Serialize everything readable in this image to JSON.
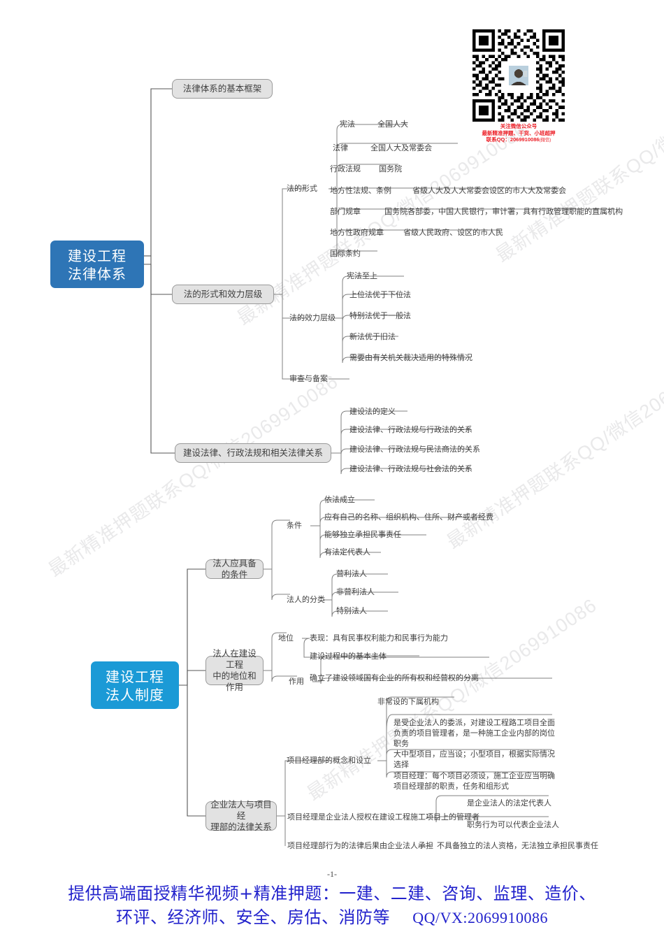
{
  "document": {
    "page_number": "-1-",
    "watermark_text": "最新精准押题联系QQ/微信2069910086"
  },
  "promo": {
    "qr_caption_line1": "关注微信公众号",
    "qr_caption_line2": "最新精准押题、干货、小班超押",
    "qr_caption_line3": "联系QQ：2069910086",
    "qr_caption_line3_suffix": "(微信)",
    "accent_red": "#ec1c24"
  },
  "footer": {
    "line1": "提供高端面授精华视频+精准押题：一建、二建、咨询、监理、造价、",
    "line2_text": "环评、经济师、安全、房估、消防等",
    "line2_contact": "QQ/VX:2069910086",
    "color": "#2222cc"
  },
  "mindmap": {
    "root1": {
      "label_line1": "建设工程",
      "label_line2": "法律体系",
      "color": "#2E75B6",
      "branches": [
        {
          "label": "法律体系的基本框架"
        },
        {
          "label": "法的形式和效力层级",
          "groups": [
            {
              "label": "法的形式",
              "items": [
                {
                  "term": "宪法",
                  "detail": "全国人大"
                },
                {
                  "term": "法律",
                  "detail": "全国人大及常委会"
                },
                {
                  "term": "行政法规",
                  "detail": "国务院"
                },
                {
                  "term": "地方性法规、条例",
                  "detail": "省级人大及人大常委会设区的市人大及常委会"
                },
                {
                  "term": "部门规章",
                  "detail": "国务院各部委，中国人民银行，审计署，具有行政管理职能的直属机构"
                },
                {
                  "term": "地方性政府规章",
                  "detail": "省级人民政府、设区的市人民"
                },
                {
                  "term": "国际条约",
                  "detail": ""
                }
              ]
            },
            {
              "label": "法的效力层级",
              "items": [
                {
                  "term": "宪法至上",
                  "detail": ""
                },
                {
                  "term": "上位法优于下位法",
                  "detail": ""
                },
                {
                  "term": "特别法优于一般法",
                  "detail": ""
                },
                {
                  "term": "新法优于旧法",
                  "detail": ""
                },
                {
                  "term": "需要由有关机关裁决适用的特殊情况",
                  "detail": ""
                }
              ]
            },
            {
              "label": "审查与备案",
              "items": []
            }
          ]
        },
        {
          "label": "建设法律、行政法规和相关法律关系",
          "items": [
            "建设法的定义",
            "建设法律、行政法规与行政法的关系",
            "建设法律、行政法规与民法商法的关系",
            "建设法律、行政法规与社会法的关系"
          ]
        }
      ]
    },
    "root2": {
      "label_line1": "建设工程",
      "label_line2": "法人制度",
      "color": "#1B9AD6",
      "branches": [
        {
          "label": "法人应具备的条件",
          "groups": [
            {
              "label": "条件",
              "items": [
                "依法成立",
                "应有自己的名称、组织机构、住所、财产或者经费",
                "能够独立承担民事责任",
                "有法定代表人"
              ]
            },
            {
              "label": "法人的分类",
              "items": [
                "营利法人",
                "非营利法人",
                "特别法人"
              ]
            }
          ]
        },
        {
          "label_line1": "法人在建设工程",
          "label_line2": "中的地位和作用",
          "groups": [
            {
              "label": "地位",
              "items": [
                "表现：具有民事权利能力和民事行为能力"
              ]
            },
            {
              "label": "作用",
              "items": [
                "建设过程中的基本主体",
                "确立了建设领域国有企业的所有权和经营权的分离"
              ]
            }
          ]
        },
        {
          "label_line1": "企业法人与项目经",
          "label_line2": "理部的法律关系",
          "groups": [
            {
              "label": "项目经理部的概念和设立",
              "items": [
                "非常设的下属机构",
                "是受企业法人的委派，对建设工程路工项目全面负责的项目管理者，是一种施工企业内部的岗位职务",
                "大中型项目，应当设；小型项目，根据实际情况选择",
                "项目经理：每个项目必须设，施工企业应当明确项目经理部的职责，任务和组形式"
              ]
            },
            {
              "label": "项目经理是企业法人授权在建设工程施工项目上的管理者",
              "items": [
                "是企业法人的法定代表人",
                "职务行为可以代表企业法人"
              ]
            },
            {
              "label": "项目经理部行为的法律后果由企业法人承担",
              "items": [
                "不具备独立的法人资格，无法独立承担民事责任"
              ]
            }
          ]
        }
      ]
    }
  }
}
